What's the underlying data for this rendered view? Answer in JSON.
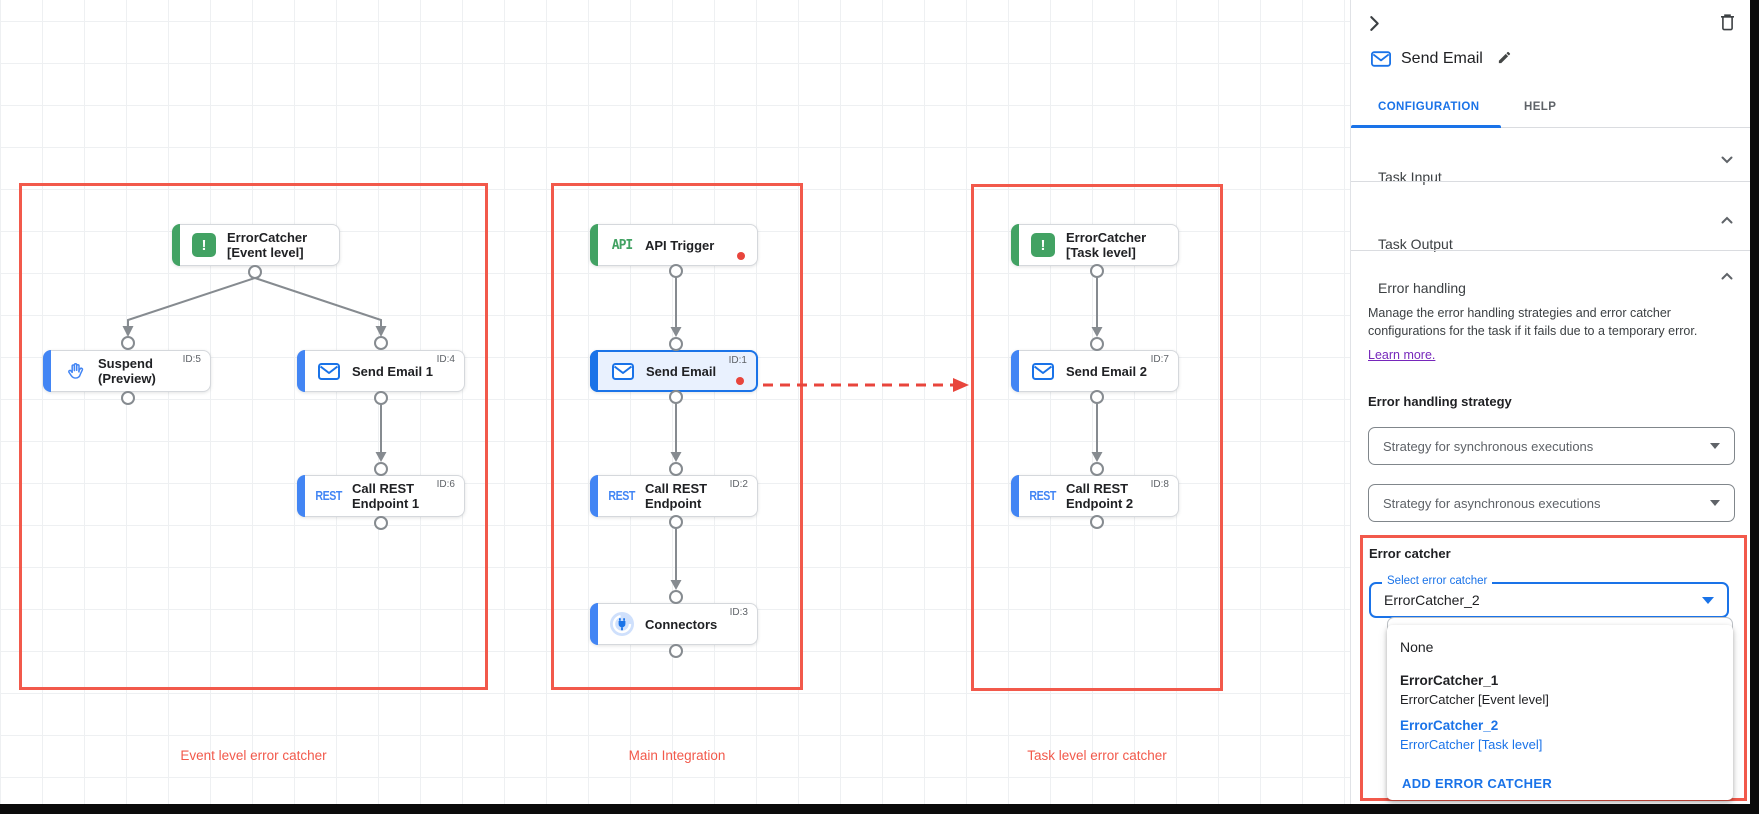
{
  "colors": {
    "accent_blue": "#1a73e8",
    "task_blue": "#4285f4",
    "trigger_green": "#42a263",
    "annotation_red": "#f2594b",
    "dash_red": "#e8453c",
    "link_purple": "#7627bb"
  },
  "canvas": {
    "groups": [
      {
        "caption": "Event level error catcher"
      },
      {
        "caption": "Main Integration"
      },
      {
        "caption": "Task level error catcher"
      }
    ],
    "icon_labels": {
      "api": "API",
      "rest": "REST"
    },
    "nodes": [
      {
        "line1": "ErrorCatcher",
        "line2": "[Event level]",
        "id_label": ""
      },
      {
        "line1": "Suspend",
        "line2": "(Preview)",
        "id_label": "ID:5"
      },
      {
        "line1": "Send Email 1",
        "line2": "",
        "id_label": "ID:4"
      },
      {
        "line1": "Call REST",
        "line2": "Endpoint 1",
        "id_label": "ID:6"
      },
      {
        "line1": "API Trigger",
        "line2": "",
        "id_label": ""
      },
      {
        "line1": "Send Email",
        "line2": "",
        "id_label": "ID:1"
      },
      {
        "line1": "Call REST",
        "line2": "Endpoint",
        "id_label": "ID:2"
      },
      {
        "line1": "Connectors",
        "line2": "",
        "id_label": "ID:3"
      },
      {
        "line1": "ErrorCatcher",
        "line2": "[Task level]",
        "id_label": ""
      },
      {
        "line1": "Send Email 2",
        "line2": "",
        "id_label": "ID:7"
      },
      {
        "line1": "Call REST",
        "line2": "Endpoint 2",
        "id_label": "ID:8"
      }
    ]
  },
  "panel": {
    "title": "Send Email",
    "tabs": {
      "configuration": "CONFIGURATION",
      "help": "HELP"
    },
    "sections": {
      "task_input": "Task Input",
      "task_output": "Task Output",
      "error_handling": "Error handling"
    },
    "error_handling": {
      "description": "Manage the error handling strategies and error catcher configurations for the task if it fails due to a temporary error.",
      "learn_more": "Learn more.",
      "strategy_label": "Error handling strategy",
      "sync_dropdown_value": "Strategy for synchronous executions",
      "async_dropdown_value": "Strategy for asynchronous executions",
      "error_catcher_label": "Error catcher",
      "select_label": "Select error catcher",
      "select_value": "ErrorCatcher_2",
      "menu": {
        "none_label": "None",
        "item1_title": "ErrorCatcher_1",
        "item1_subtitle": "ErrorCatcher [Event level]",
        "item2_title": "ErrorCatcher_2",
        "item2_subtitle": "ErrorCatcher [Task level]",
        "add_label": "ADD ERROR CATCHER"
      }
    }
  }
}
